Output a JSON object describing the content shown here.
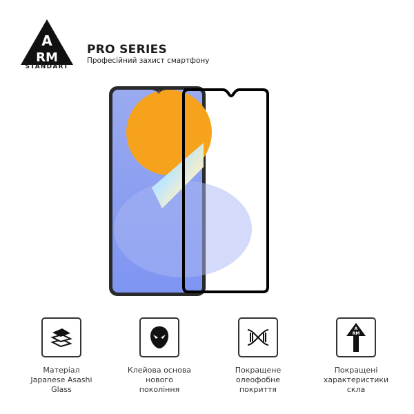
{
  "brand": {
    "logo_top": "A",
    "logo_bottom": "RM",
    "logo_sub": "STANDART"
  },
  "header": {
    "title": "PRO SERIES",
    "subtitle": "Професійний захист смартфону"
  },
  "colors": {
    "frame": "#000000",
    "screen_bg": "#8f9ff0",
    "sun": "#f7a21c",
    "icon_border": "#333333"
  },
  "features": [
    {
      "icon": "layers-icon",
      "lines": [
        "Матеріал",
        "Japanese Asashi",
        "Glass"
      ]
    },
    {
      "icon": "mask-icon",
      "lines": [
        "Клейова основа",
        "нового",
        "покоління"
      ]
    },
    {
      "icon": "oleophobic-icon",
      "lines": [
        "Покращене",
        "олеофобне",
        "покриття"
      ]
    },
    {
      "icon": "arm-arrow-icon",
      "lines": [
        "Покращені",
        "характеристики",
        "скла"
      ]
    }
  ]
}
